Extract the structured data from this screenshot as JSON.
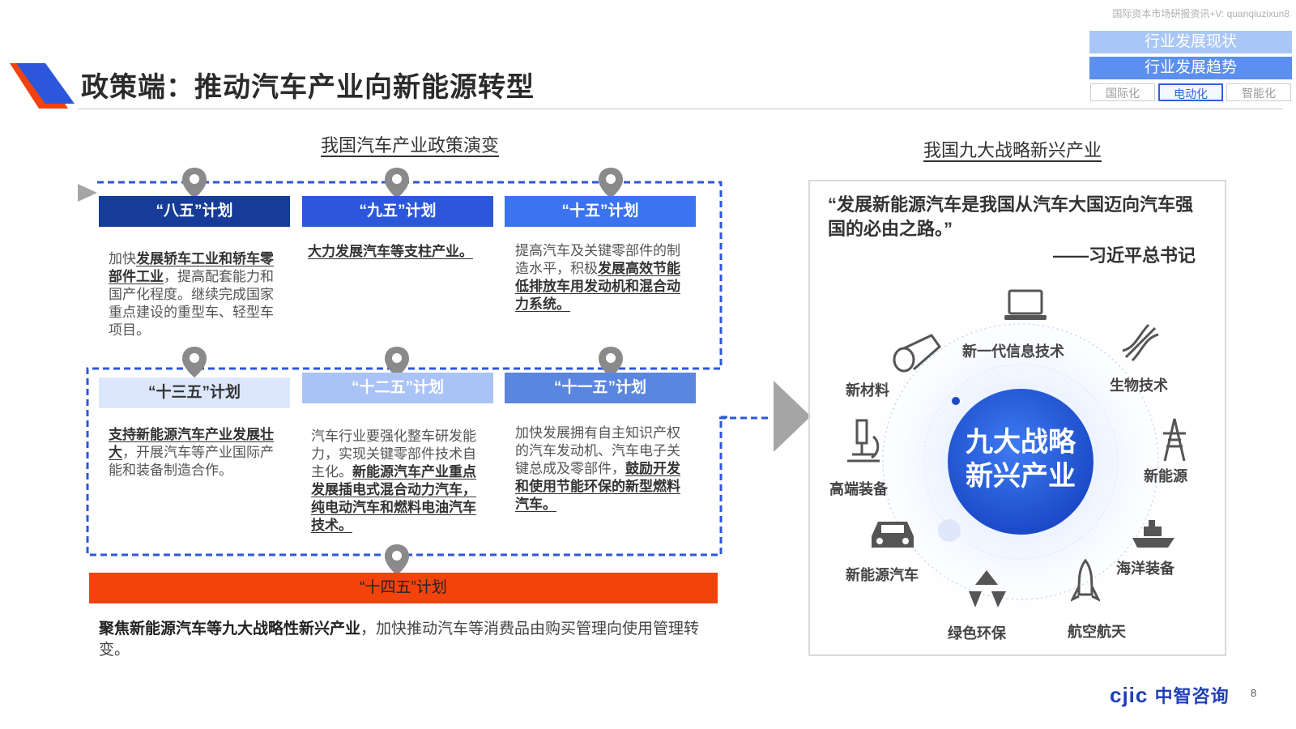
{
  "watermark": "国际资本市场研报资讯+V: quanqiuzixun8",
  "header": {
    "title": "政策端：推动汽车产业向新能源转型",
    "nav": [
      "行业发展现状",
      "行业发展趋势"
    ],
    "tabs": [
      "国际化",
      "电动化",
      "智能化"
    ],
    "active_tab": "电动化"
  },
  "left": {
    "section_title": "我国汽车产业政策演变",
    "plans": [
      {
        "name": "“八五”计划",
        "desc_plain1": "加快",
        "desc_bold": "发展轿车工业和轿车零部件工业",
        "desc_plain2": "，提高配套能力和国产化程度。继续完成国家重点建设的重型车、轻型车项目。"
      },
      {
        "name": "“九五”计划",
        "desc_plain1": "",
        "desc_bold": "大力发展汽车等支柱产业。",
        "desc_plain2": ""
      },
      {
        "name": "“十五”计划",
        "desc_plain1": "提高汽车及关键零部件的制造水平，积极",
        "desc_bold": "发展高效节能低排放车用发动机和混合动力系统。",
        "desc_plain2": ""
      },
      {
        "name": "“十一五”计划",
        "desc_plain1": "加快发展拥有自主知识产权的汽车发动机、汽车电子关键总成及零部件，",
        "desc_bold": "鼓励开发和使用节能环保的新型燃料汽车。",
        "desc_plain2": ""
      },
      {
        "name": "“十二五”计划",
        "desc_plain1": "汽车行业要强化整车研发能力，实现关键零部件技术自主化。",
        "desc_bold": "新能源汽车产业重点发展插电式混合动力汽车，纯电动汽车和燃料电油汽车技术。",
        "desc_plain2": ""
      },
      {
        "name": "“十三五”计划",
        "desc_plain1": "",
        "desc_bold": "支持新能源汽车产业发展壮大",
        "desc_plain2": "，开展汽车等产业国际产能和装备制造合作。"
      },
      {
        "name": "“十四五”计划"
      }
    ],
    "bottom_bold": "聚焦新能源汽车等九大战略性新兴产业",
    "bottom_plain": "，加快推动汽车等消费品由购买管理向使用管理转变。"
  },
  "right": {
    "section_title": "我国九大战略新兴产业",
    "quote": "“发展新能源汽车是我国从汽车大国迈向汽车强国的必由之路。”",
    "author": "——习近平总书记",
    "center": [
      "九大战略",
      "新兴产业"
    ],
    "industries": [
      "新一代信息技术",
      "生物技术",
      "新能源",
      "海洋装备",
      "航空航天",
      "绿色环保",
      "新能源汽车",
      "高端装备",
      "新材料"
    ]
  },
  "footer": {
    "logo_latin": "cjic",
    "logo_cn": "中智咨询",
    "page": "8"
  },
  "colors": {
    "accent_blue": "#2c57db",
    "dark_blue": "#163b98",
    "red": "#f2430d"
  }
}
